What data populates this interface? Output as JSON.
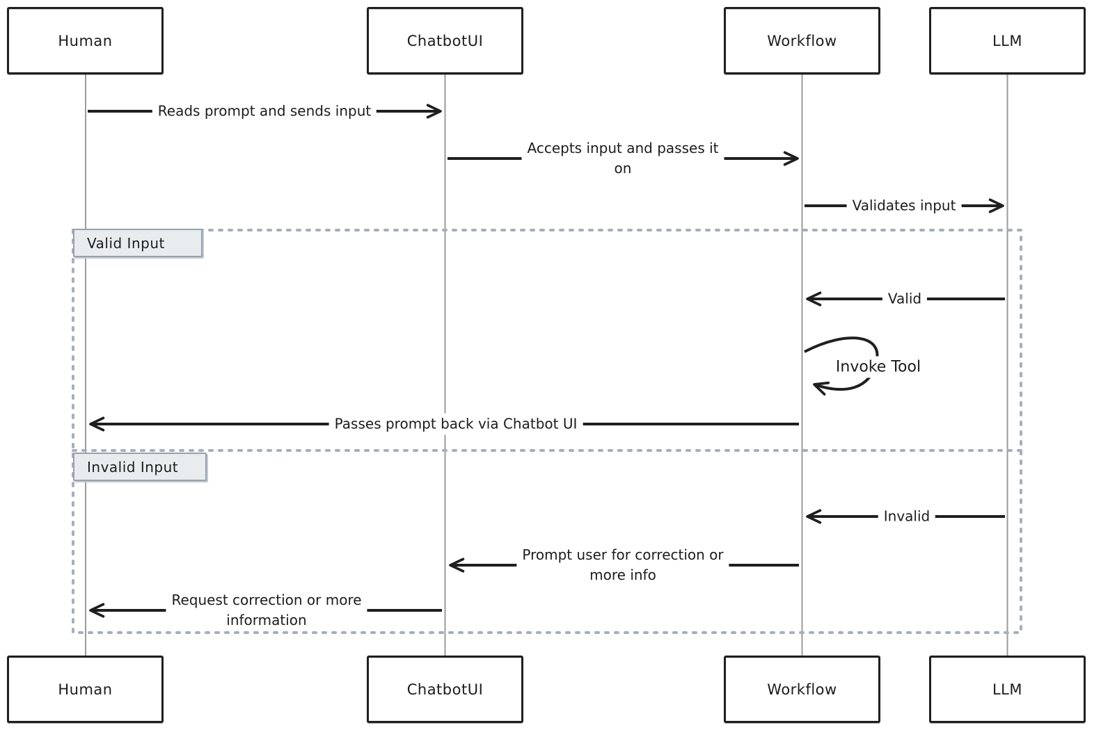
{
  "diagram": {
    "type": "sequence-diagram",
    "actors": [
      {
        "name": "Human"
      },
      {
        "name": "ChatbotUI"
      },
      {
        "name": "Workflow"
      },
      {
        "name": "LLM"
      }
    ],
    "messages": [
      {
        "from": "Human",
        "to": "ChatbotUI",
        "label": "Reads prompt and sends input",
        "lines": [
          "Reads prompt and sends input"
        ]
      },
      {
        "from": "ChatbotUI",
        "to": "Workflow",
        "label": "Accepts input and passes it on",
        "lines": [
          "Accepts input and passes it",
          "on"
        ]
      },
      {
        "from": "Workflow",
        "to": "LLM",
        "label": "Validates input",
        "lines": [
          "Validates input"
        ]
      },
      {
        "from": "LLM",
        "to": "Workflow",
        "label": "Valid",
        "lines": [
          "Valid"
        ],
        "section": "Valid Input"
      },
      {
        "from": "Workflow",
        "to": "Workflow",
        "label": "Invoke Tool",
        "lines": [
          "Invoke Tool"
        ],
        "section": "Valid Input"
      },
      {
        "from": "Workflow",
        "to": "Human",
        "label": "Passes prompt back via Chatbot UI",
        "lines": [
          "Passes prompt back via Chatbot UI"
        ],
        "section": "Valid Input"
      },
      {
        "from": "LLM",
        "to": "Workflow",
        "label": "Invalid",
        "lines": [
          "Invalid"
        ],
        "section": "Invalid Input"
      },
      {
        "from": "Workflow",
        "to": "ChatbotUI",
        "label": "Prompt user for correction or more info",
        "lines": [
          "Prompt user for correction or",
          "more info"
        ],
        "section": "Invalid Input"
      },
      {
        "from": "ChatbotUI",
        "to": "Human",
        "label": "Request correction or more information",
        "lines": [
          "Request correction or more",
          "information"
        ],
        "section": "Invalid Input"
      }
    ],
    "alt_sections": [
      {
        "label": "Valid Input"
      },
      {
        "label": "Invalid Input"
      }
    ],
    "colors": {
      "stroke": "#1f1f1f",
      "lifeline": "#9b9b9b",
      "frame_dots": "#a7aeb8",
      "section_label_bg": "#e9ecef",
      "section_label_border": "#97a1ab"
    }
  }
}
